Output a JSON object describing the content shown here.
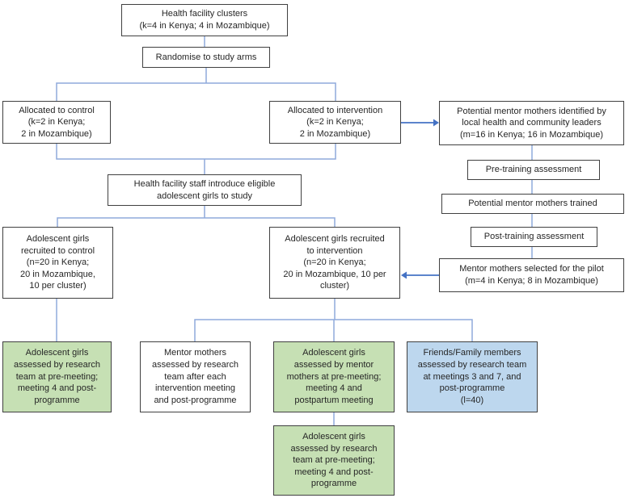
{
  "colors": {
    "line": "#8faadc",
    "arrow": "#4472c4",
    "green_fill": "#c6e0b4",
    "blue_fill": "#bdd7ee",
    "border": "#404040",
    "text": "#262626"
  },
  "nodes": {
    "health_facility_clusters": {
      "text": "Health facility clusters\n(k=4 in Kenya; 4 in Mozambique)"
    },
    "randomise": {
      "text": "Randomise to study arms"
    },
    "allocated_control": {
      "text": "Allocated to control\n(k=2 in Kenya;\n2 in Mozambique)"
    },
    "allocated_intervention": {
      "text": "Allocated to intervention\n(k=2 in Kenya;\n2 in Mozambique)"
    },
    "mentor_mothers_identified": {
      "text": "Potential mentor mothers identified by\nlocal health and community leaders\n(m=16 in Kenya; 16 in Mozambique)"
    },
    "pre_training_assessment": {
      "text": "Pre-training assessment"
    },
    "mentor_mothers_trained": {
      "text": "Potential mentor mothers trained"
    },
    "post_training_assessment": {
      "text": "Post-training assessment"
    },
    "mentor_mothers_selected": {
      "text": "Mentor mothers selected for the pilot\n(m=4 in Kenya; 8 in Mozambique)"
    },
    "staff_introduce_girls": {
      "text": "Health facility staff introduce eligible\nadolescent girls to study"
    },
    "girls_recruited_control": {
      "text": "Adolescent girls\nrecruited to control\n(n=20 in Kenya;\n20 in Mozambique,\n10 per cluster)"
    },
    "girls_recruited_intervention": {
      "text": "Adolescent girls recruited\nto intervention\n(n=20 in Kenya;\n20 in Mozambique, 10 per\ncluster)"
    },
    "girls_assessed_research_control": {
      "text": "Adolescent girls\nassessed by research\nteam at pre-meeting;\nmeeting 4 and post-\nprogramme"
    },
    "mentor_mothers_assessed": {
      "text": "Mentor mothers\nassessed by research\nteam after each\nintervention meeting\nand post-programme"
    },
    "girls_assessed_by_mentor_mothers": {
      "text": "Adolescent girls\nassessed by mentor\nmothers at pre-meeting;\nmeeting 4 and\npostpartum meeting"
    },
    "friends_family_assessed": {
      "text": "Friends/Family members\nassessed by research team\nat meetings 3 and 7, and\npost-programme\n(l=40)"
    },
    "girls_assessed_research_intervention": {
      "text": "Adolescent girls\nassessed by research\nteam at pre-meeting;\nmeeting 4 and post-\nprogramme"
    }
  }
}
